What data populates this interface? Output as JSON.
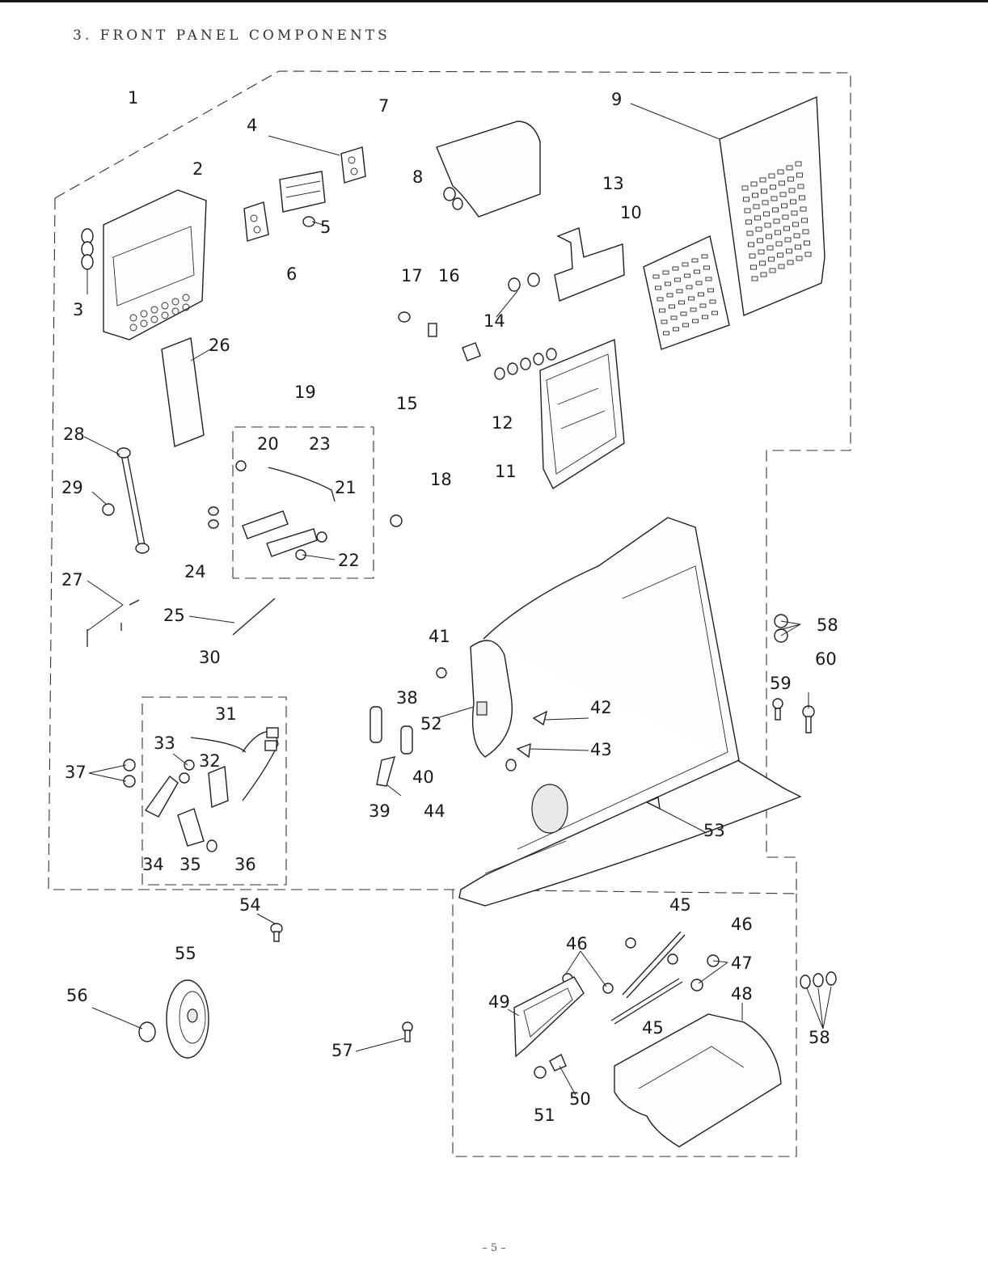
{
  "page": {
    "title": "3. FRONT PANEL COMPONENTS",
    "footer": "– 5 –"
  },
  "callouts": [
    "1",
    "2",
    "3",
    "4",
    "5",
    "6",
    "7",
    "8",
    "9",
    "10",
    "11",
    "12",
    "13",
    "14",
    "15",
    "16",
    "17",
    "18",
    "19",
    "20",
    "21",
    "22",
    "23",
    "24",
    "25",
    "26",
    "27",
    "28",
    "29",
    "30",
    "31",
    "32",
    "33",
    "34",
    "35",
    "36",
    "37",
    "38",
    "39",
    "40",
    "41",
    "42",
    "43",
    "44",
    "45",
    "45",
    "46",
    "46",
    "47",
    "48",
    "49",
    "50",
    "51",
    "52",
    "53",
    "54",
    "55",
    "56",
    "57",
    "58",
    "58",
    "59",
    "60"
  ]
}
